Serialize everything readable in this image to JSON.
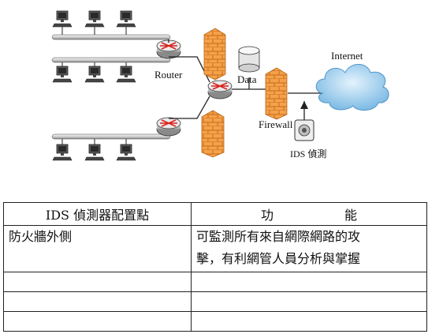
{
  "diagram": {
    "labels": {
      "router": "Router",
      "data": "Data",
      "firewall": "Firewall",
      "internet": "Internet",
      "ids": "IDS 偵測"
    },
    "colors": {
      "firewall": "#f39a3c",
      "cloud": "#a9d2ef",
      "router_x": "#d9231f",
      "line": "#222222"
    }
  },
  "table": {
    "headers": [
      "IDS 偵測器配置點",
      "功",
      "能"
    ],
    "rows": [
      {
        "location": "防火牆外側",
        "function_line1": "可監測所有來自網際網路的攻",
        "function_line2": "擊，有利網管人員分析與掌握"
      },
      {
        "location": "",
        "function_line1": "",
        "function_line2": ""
      },
      {
        "location": "",
        "function_line1": "",
        "function_line2": ""
      },
      {
        "location": "",
        "function_line1": "",
        "function_line2": ""
      }
    ]
  }
}
